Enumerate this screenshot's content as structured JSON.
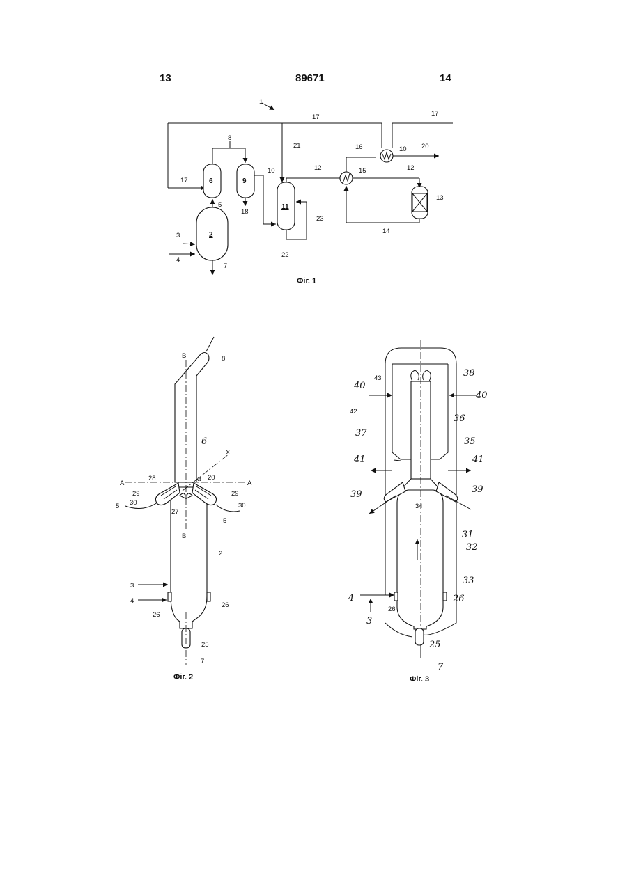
{
  "header": {
    "left_page": "13",
    "patent_number": "89671",
    "right_page": "14"
  },
  "fig1": {
    "caption": "Фіг. 1",
    "labels": {
      "l1": "1",
      "l2": "2",
      "l3": "3",
      "l4": "4",
      "l5": "5",
      "l6": "6",
      "l7": "7",
      "l8": "8",
      "l9": "9",
      "l10": "10",
      "l10b": "10",
      "l11": "11",
      "l12a": "12",
      "l12b": "12",
      "l13": "13",
      "l14": "14",
      "l15": "15",
      "l16": "16",
      "l17a": "17",
      "l17b": "17",
      "l17c": "17",
      "l18": "18",
      "l20": "20",
      "l21": "21",
      "l22": "22",
      "l23": "23"
    }
  },
  "fig2": {
    "caption": "Фіг. 2",
    "labels": {
      "B_top": "B",
      "B_mid": "B",
      "A_left": "A",
      "A_right": "A",
      "X": "X",
      "alpha": "α",
      "l8": "8",
      "l6": "6",
      "l28": "28",
      "l20": "20",
      "l29a": "29",
      "l29b": "29",
      "l30a": "30",
      "l30b": "30",
      "l5a": "5",
      "l5b": "5",
      "l27": "27",
      "l2": "2",
      "l3": "3",
      "l4": "4",
      "l26a": "26",
      "l26b": "26",
      "l25": "25",
      "l7": "7"
    }
  },
  "fig3": {
    "caption": "Фіг. 3",
    "labels": {
      "l38": "38",
      "l43": "43",
      "l40a": "40",
      "l40b": "40",
      "l42": "42",
      "l36": "36",
      "l37": "37",
      "l35": "35",
      "l41a": "41",
      "l41b": "41",
      "l39a": "39",
      "l39b": "39",
      "l34": "34",
      "l31": "31",
      "l32": "32",
      "l33": "33",
      "l4": "4",
      "l3": "3",
      "l26a": "26",
      "l26b": "26",
      "l25": "25",
      "l7": "7"
    }
  }
}
